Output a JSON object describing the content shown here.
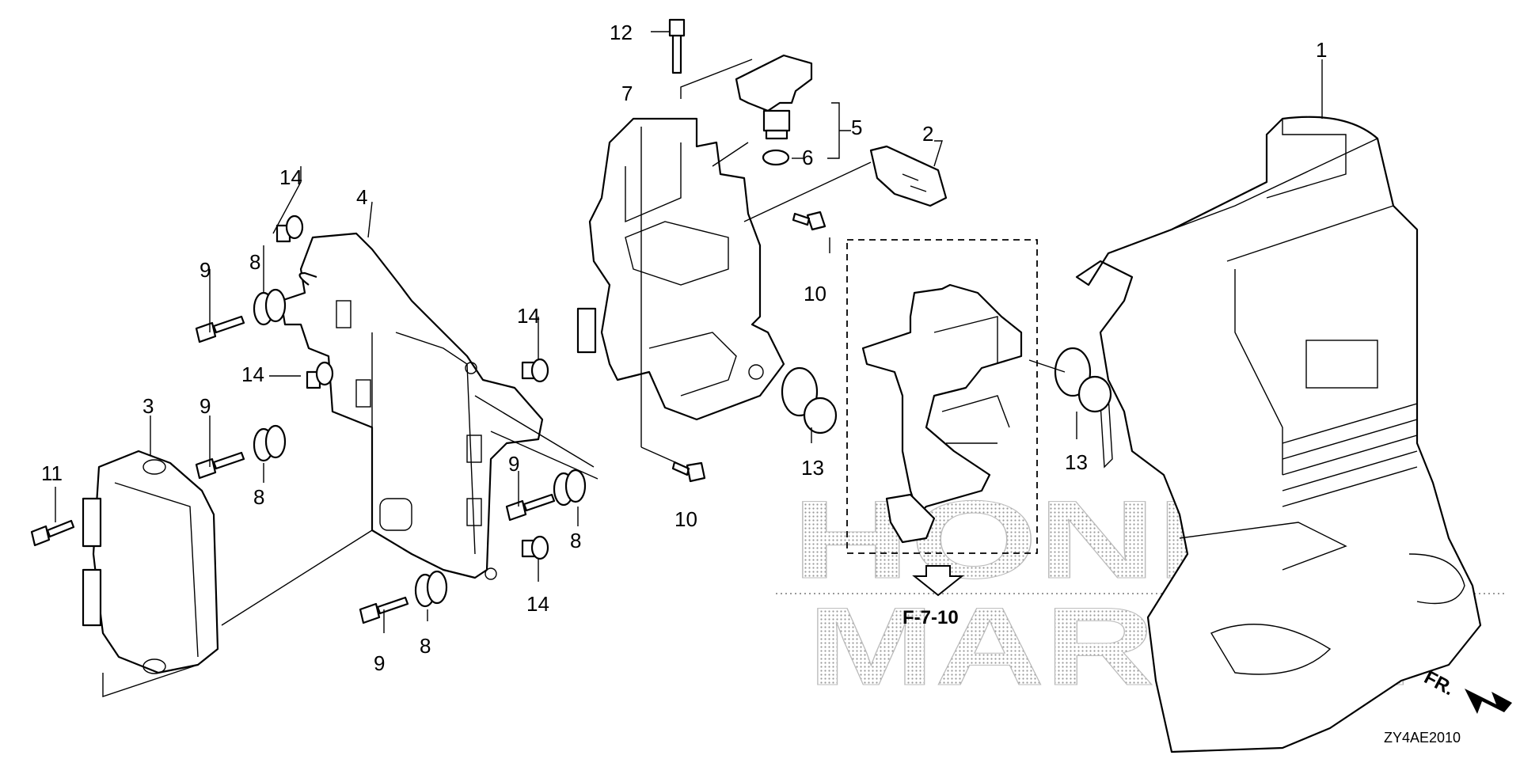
{
  "diagram": {
    "title": "Outboard ECU / bracket parts diagram",
    "callouts": [
      "1",
      "2",
      "3",
      "4",
      "5",
      "6",
      "7",
      "8",
      "9",
      "10",
      "11",
      "12",
      "13",
      "14"
    ],
    "reference_label": "F-7-10",
    "direction_label": "FR.",
    "code": "ZY4AE2010",
    "watermark": {
      "line1": "HONDA",
      "line2": "MARINE"
    }
  }
}
